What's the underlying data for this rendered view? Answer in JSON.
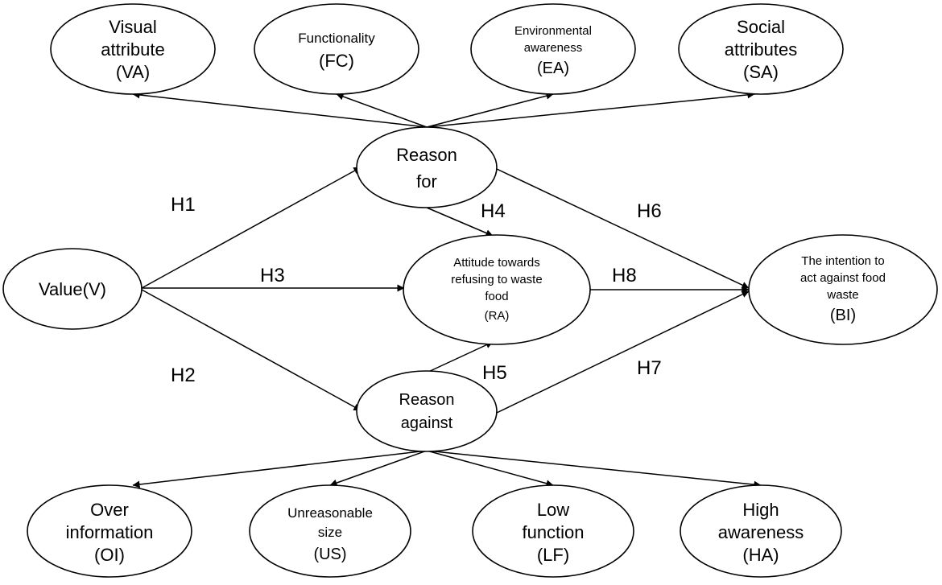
{
  "nodes": {
    "va": {
      "lines": [
        "Visual",
        "attribute",
        "(VA)"
      ]
    },
    "fc": {
      "lines": [
        "Functionality",
        "(FC)"
      ]
    },
    "ea": {
      "lines": [
        "Environmental",
        "awareness",
        "(EA)"
      ]
    },
    "sa": {
      "lines": [
        "Social",
        "attributes",
        "(SA)"
      ]
    },
    "reason_for": {
      "lines": [
        "Reason",
        "for"
      ]
    },
    "value": {
      "lines": [
        "Value(V)"
      ]
    },
    "ra": {
      "lines": [
        "Attitude towards",
        "refusing to waste",
        "food",
        "(RA)"
      ]
    },
    "bi": {
      "lines": [
        "The intention to",
        "act against food",
        "waste",
        "(BI)"
      ]
    },
    "reason_against": {
      "lines": [
        "Reason",
        "against"
      ]
    },
    "oi": {
      "lines": [
        "Over",
        "information",
        "(OI)"
      ]
    },
    "us": {
      "lines": [
        "Unreasonable",
        "size",
        "(US)"
      ]
    },
    "lf": {
      "lines": [
        "Low",
        "function",
        "(LF)"
      ]
    },
    "ha": {
      "lines": [
        "High",
        "awareness",
        "(HA)"
      ]
    }
  },
  "hypotheses": {
    "h1": "H1",
    "h2": "H2",
    "h3": "H3",
    "h4": "H4",
    "h5": "H5",
    "h6": "H6",
    "h7": "H7",
    "h8": "H8"
  }
}
